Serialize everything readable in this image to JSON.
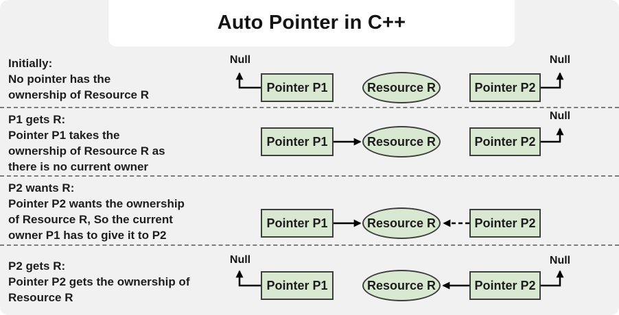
{
  "title": "Auto Pointer in C++",
  "labels": {
    "null_label": "Null",
    "pointer_p1": "Pointer P1",
    "pointer_p2": "Pointer P2",
    "resource_r": "Resource R"
  },
  "colors": {
    "canvas_bg": "#f1f1f2",
    "node_fill": "#d9e8d1",
    "node_border": "#3d3d3d",
    "arrow": "#000000"
  },
  "rows": [
    {
      "name": "initially",
      "text_lines": [
        "Initially:",
        "No pointer has the",
        "ownership of Resource R"
      ]
    },
    {
      "name": "p1-gets-r",
      "text_lines": [
        "P1 gets R:",
        "Pointer P1 takes the",
        "ownership of Resource R as",
        "there is no current owner"
      ]
    },
    {
      "name": "p2-wants-r",
      "text_lines": [
        "P2 wants R:",
        "Pointer P2 wants the ownership",
        "of Resource R, So the current",
        "owner P1 has to give it to P2"
      ]
    },
    {
      "name": "p2-gets-r",
      "text_lines": [
        "P2 gets R:",
        "Pointer P2 gets the ownership of",
        "Resource R"
      ]
    }
  ]
}
